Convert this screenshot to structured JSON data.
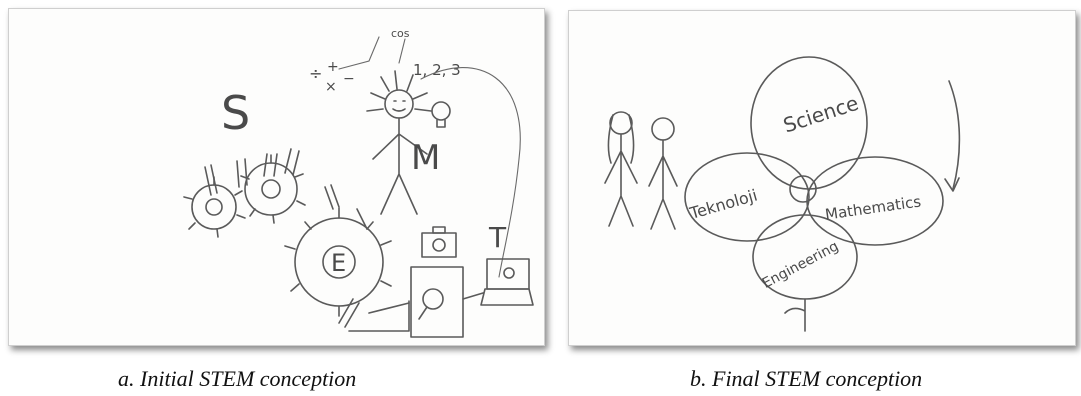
{
  "panel_a": {
    "caption": "a. Initial STEM conception",
    "letters": {
      "s": "S",
      "m": "M",
      "t": "T",
      "e": "E"
    },
    "math_scribble": {
      "cos": "cos",
      "numbers": "1, 2, 3",
      "divide": "÷",
      "plus": "+",
      "times": "×",
      "minus": "−"
    }
  },
  "panel_b": {
    "caption": "b. Final STEM conception",
    "petals": {
      "science": "Science",
      "technology": "Teknoloji",
      "mathematics": "Mathematics",
      "engineering": "Engineering"
    }
  }
}
